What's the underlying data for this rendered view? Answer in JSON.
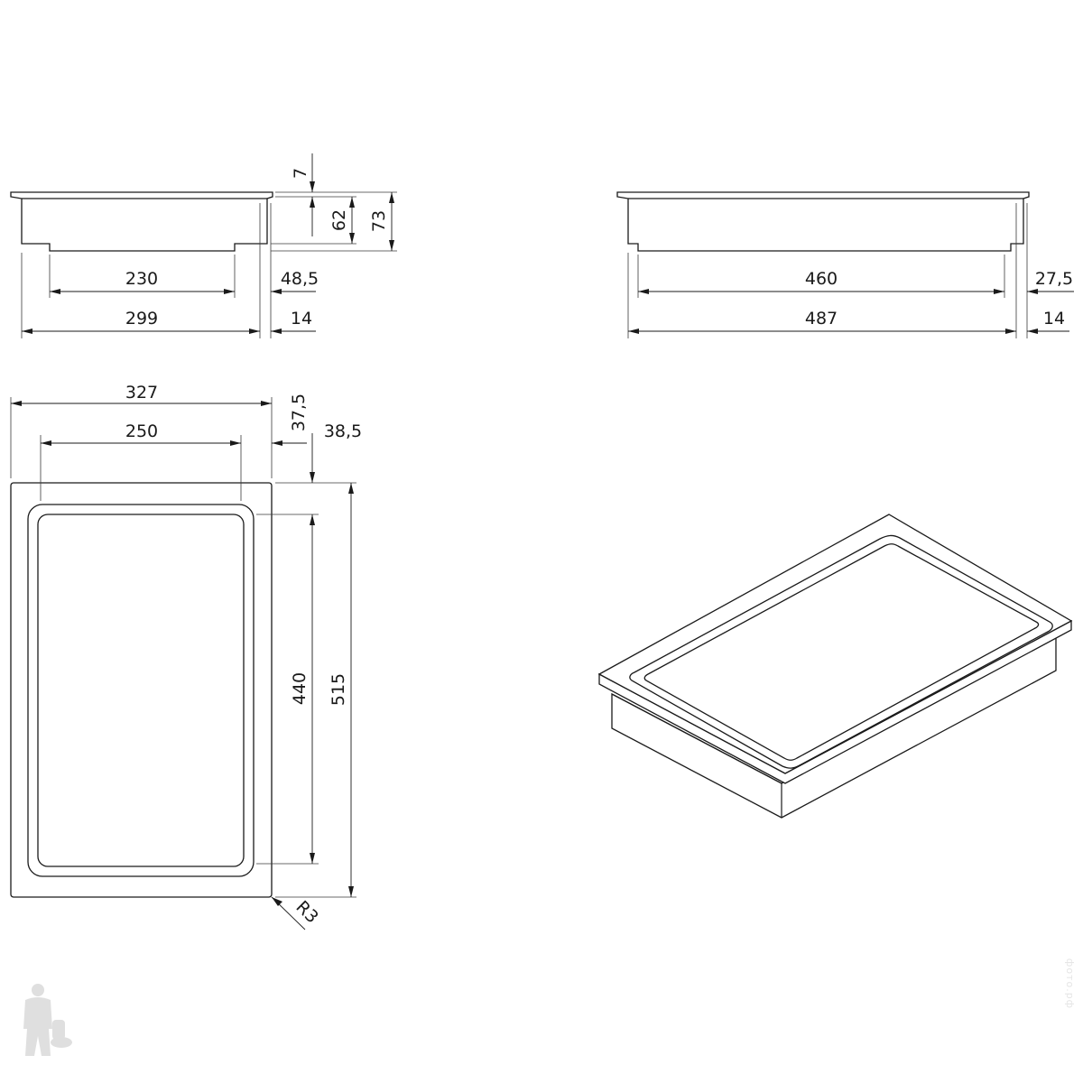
{
  "dimensions": {
    "front_top_step": "7",
    "front_body_height": "62",
    "front_total_height": "73",
    "front_bottom_width": "230",
    "front_bottom_offset": "48,5",
    "front_total_width": "299",
    "front_flange": "14",
    "side_bottom_width": "460",
    "side_bottom_offset": "27,5",
    "side_total_width": "487",
    "side_flange": "14",
    "top_total_width": "327",
    "top_inner_width": "250",
    "top_offset_y": "37,5",
    "top_offset_x": "38,5",
    "top_inner_height": "440",
    "top_total_height": "515",
    "corner_radius": "R3"
  },
  "watermark": {
    "text": "фото.рф",
    "icon": "plumber-mascot-icon"
  }
}
